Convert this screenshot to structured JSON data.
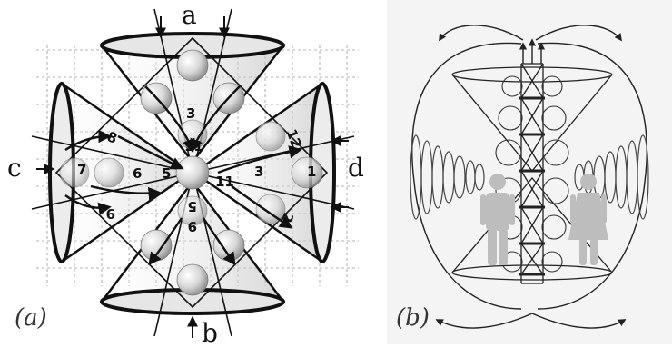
{
  "panel_a": {
    "caption": "(a)",
    "letters": {
      "a": "a",
      "b": "b",
      "c": "c",
      "d": "d"
    },
    "numbers": {
      "n3_top": "3",
      "n11_top": "11",
      "n8": "8",
      "n7": "7",
      "n6": "6",
      "n5_center": "5",
      "n3_right": "3",
      "n11_right": "11",
      "n12": "12",
      "n1": "1",
      "n9_left": "9",
      "n5_bottom": "5",
      "n9_bottom": "9",
      "n2": "2"
    }
  },
  "panel_b": {
    "caption": "(b)"
  },
  "colors": {
    "line": "#111111",
    "sphere": "#d8d8d8",
    "figure": "#bdbdbd",
    "grid": "#9a9a9a"
  }
}
